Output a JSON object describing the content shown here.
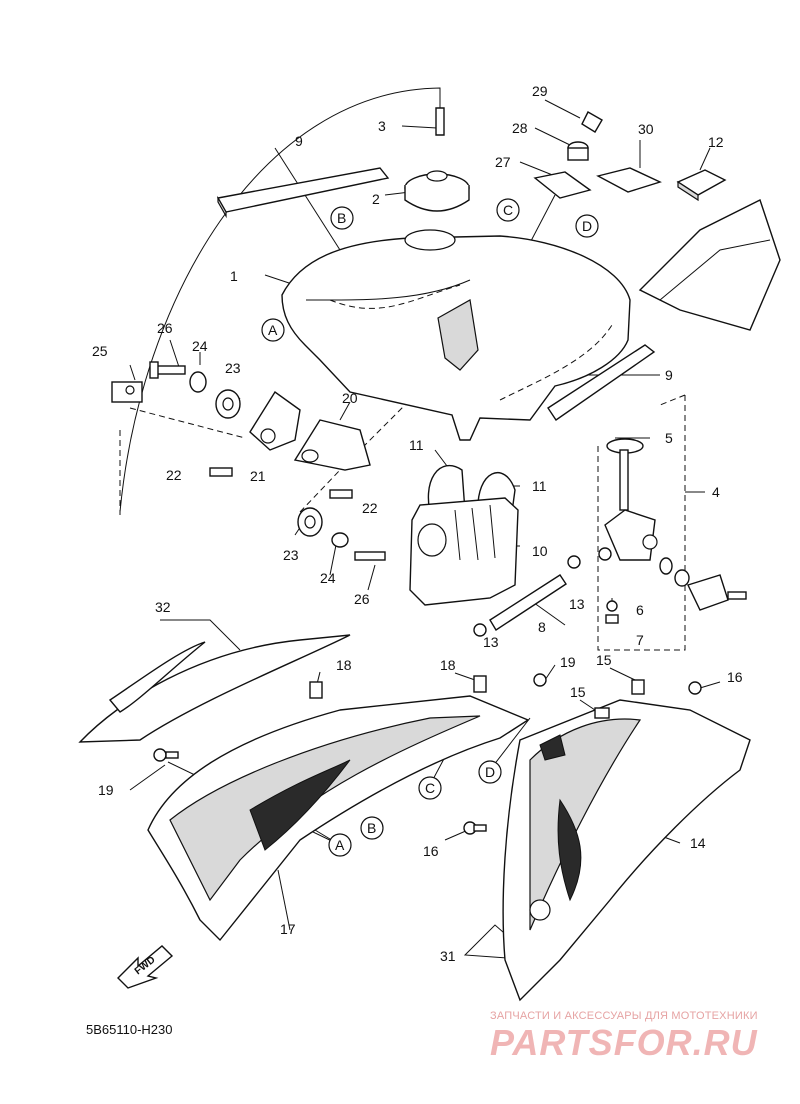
{
  "diagram": {
    "part_labels": [
      "1",
      "2",
      "3",
      "4",
      "5",
      "6",
      "7",
      "8",
      "9",
      "9",
      "10",
      "11",
      "11",
      "12",
      "13",
      "13",
      "14",
      "15",
      "15",
      "16",
      "16",
      "17",
      "18",
      "18",
      "19",
      "19",
      "20",
      "21",
      "22",
      "22",
      "23",
      "23",
      "24",
      "24",
      "25",
      "26",
      "26",
      "27",
      "28",
      "29",
      "30",
      "31",
      "32"
    ],
    "ref_letters": [
      "A",
      "B",
      "C",
      "D",
      "A",
      "B",
      "C",
      "D"
    ],
    "fwd_arrow": "FWD",
    "drawing_code": "5B65110-H230"
  },
  "watermark": {
    "tagline": "ЗАПЧАСТИ И АКСЕССУАРЫ ДЛЯ МОТОТЕХНИКИ",
    "logo": "PARTSFOR.RU"
  }
}
